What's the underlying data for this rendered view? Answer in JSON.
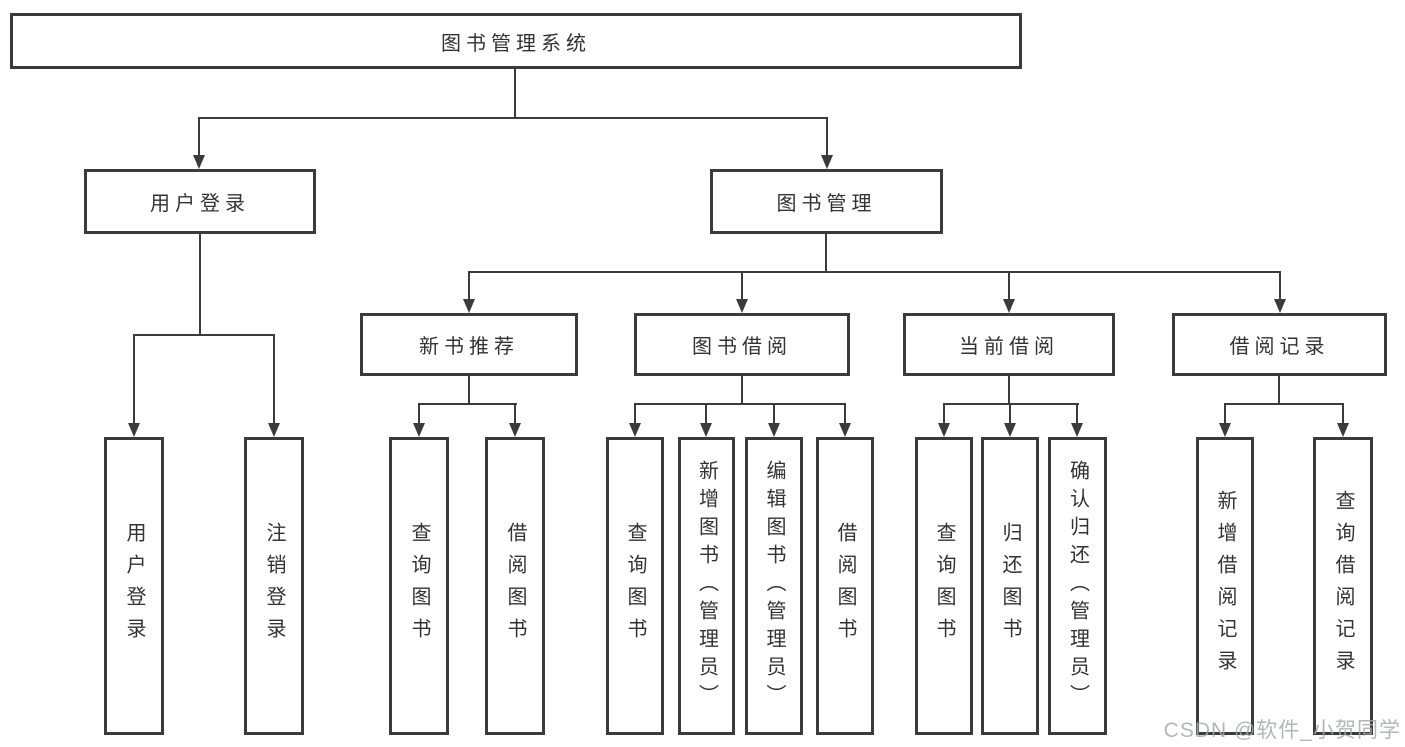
{
  "diagram": {
    "type": "tree",
    "colors": {
      "line": "#3b3b3b",
      "text": "#333333",
      "background": "#ffffff",
      "watermark": "#a6a9ac"
    },
    "nodes": {
      "root": "图书管理系统",
      "user_login": "用户登录",
      "book_mgmt": "图书管理",
      "new_books": "新书推荐",
      "book_borrow": "图书借阅",
      "current_borrow": "当前借阅",
      "borrow_records": "借阅记录",
      "leaves": {
        "login": [
          "用户登录",
          "注销登录"
        ],
        "new_books": [
          "查询图书",
          "借阅图书"
        ],
        "book_borrow": [
          "查询图书",
          "新增图书（管理员）",
          "编辑图书（管理员）",
          "借阅图书"
        ],
        "current_borrow": [
          "查询图书",
          "归还图书",
          "确认归还（管理员）"
        ],
        "borrow_records": [
          "新增借阅记录",
          "查询借阅记录"
        ]
      }
    }
  },
  "watermark": "CSDN @软件_小贺同学"
}
